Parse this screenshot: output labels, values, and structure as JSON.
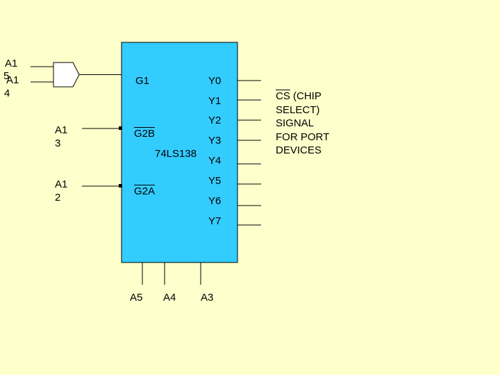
{
  "chip": {
    "name": "74LS138",
    "fill": "#33CCFF",
    "enable_g1": "G1",
    "enable_g2b": "G2B",
    "enable_g2a": "G2A",
    "outputs": [
      "Y0",
      "Y1",
      "Y2",
      "Y3",
      "Y4",
      "Y5",
      "Y6",
      "Y7"
    ],
    "select_inputs": [
      "A5",
      "A4",
      "A3"
    ]
  },
  "and_gate_inputs": {
    "top": [
      "A1",
      "5"
    ],
    "bottom": [
      "A1",
      "4"
    ]
  },
  "inputs": {
    "g2b": [
      "A1",
      "3"
    ],
    "g2a": [
      "A1",
      "2"
    ]
  },
  "note": {
    "cs": "CS",
    "rest": " (CHIP",
    "lines": [
      "SELECT)",
      "SIGNAL",
      "FOR PORT",
      "DEVICES"
    ]
  },
  "colors": {
    "background": "#FFFFCC",
    "chip": "#33CCFF",
    "wire": "#000000"
  }
}
